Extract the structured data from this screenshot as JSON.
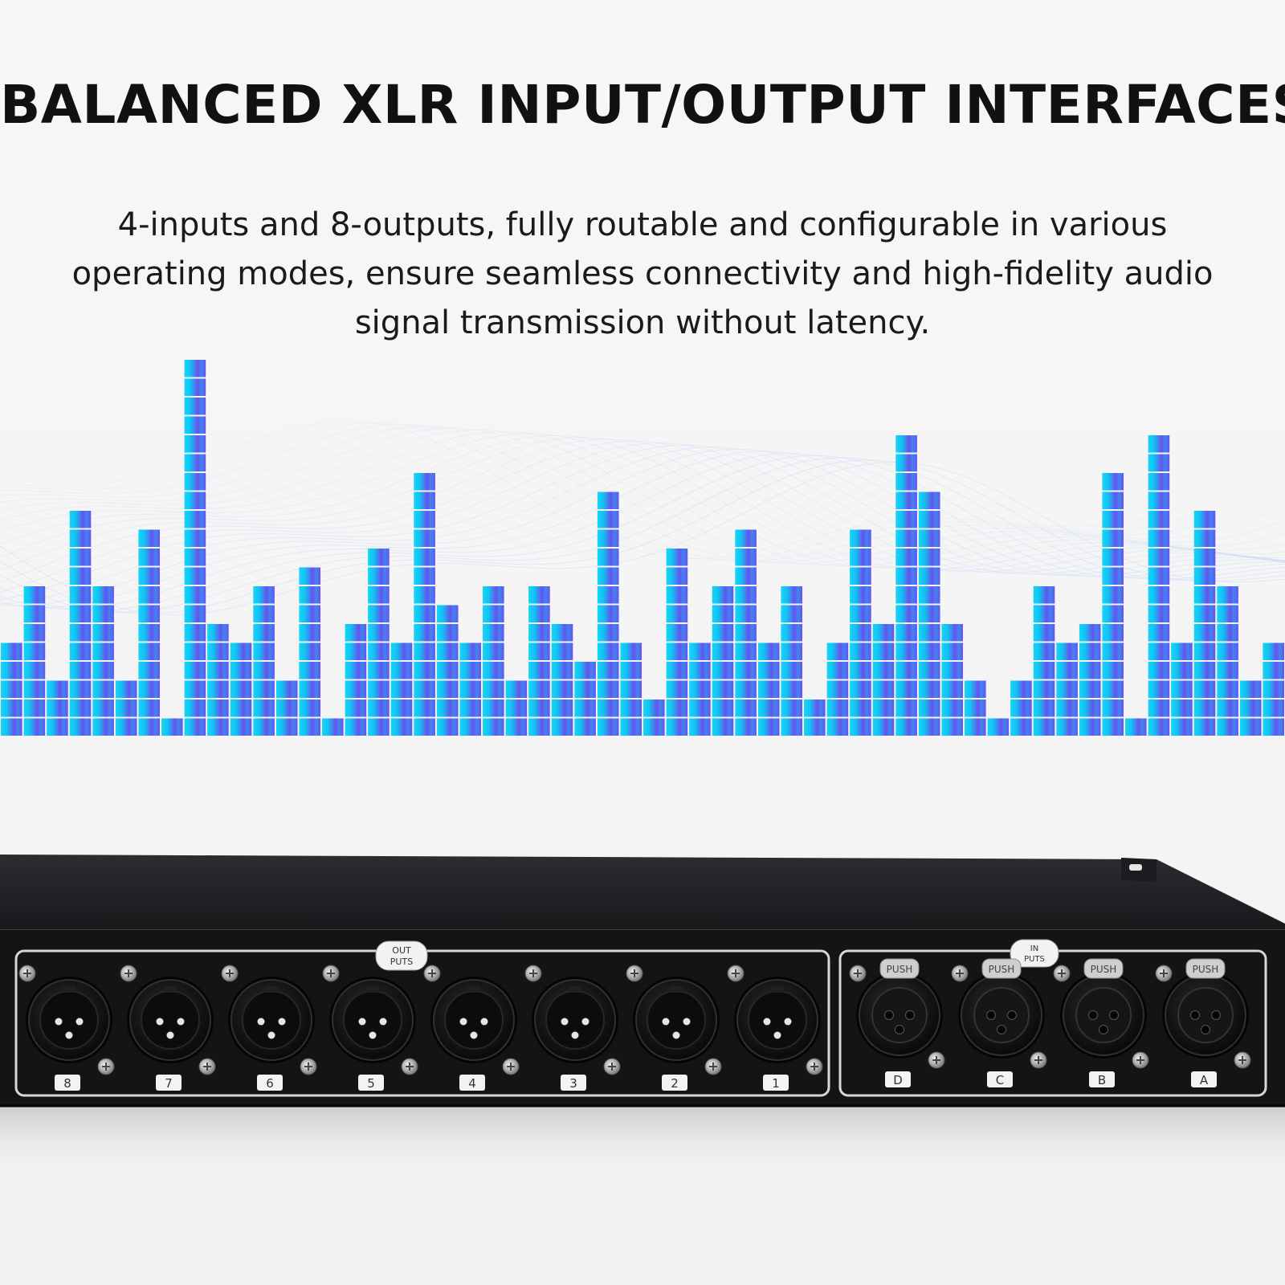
{
  "headline": "BALANCED XLR INPUT/OUTPUT INTERFACES",
  "description": "4-inputs and 8-outputs, fully routable and configurable in various operating modes, ensure seamless connectivity and high-fidelity audio signal transmission without latency.",
  "visual": {
    "equalizer_levels": [
      5,
      8,
      3,
      12,
      8,
      3,
      11,
      1,
      20,
      6,
      5,
      8,
      3,
      9,
      1,
      6,
      10,
      5,
      14,
      7,
      5,
      8,
      3,
      8,
      6,
      4,
      13,
      5,
      2,
      10,
      5,
      8,
      11,
      5,
      8,
      2,
      5,
      11,
      6,
      16,
      13,
      6,
      3,
      1,
      3,
      8,
      5,
      6,
      14,
      1,
      16,
      5,
      12,
      8,
      3,
      5
    ],
    "bar_colors": [
      "#16d5f5",
      "#12c3f4",
      "#3e86ef",
      "#6a4ff0"
    ],
    "wave_color": "#b9cdf7"
  },
  "device": {
    "outputs_label": [
      "OUT",
      "PUTS"
    ],
    "inputs_label": [
      "IN",
      "PUTS"
    ],
    "push_label": "PUSH",
    "output_numbers": [
      "8",
      "7",
      "6",
      "5",
      "4",
      "3",
      "2",
      "1"
    ],
    "input_letters": [
      "D",
      "C",
      "B",
      "A"
    ],
    "chassis_color": "#131416",
    "panel_border_color": "#d8d8d8"
  }
}
